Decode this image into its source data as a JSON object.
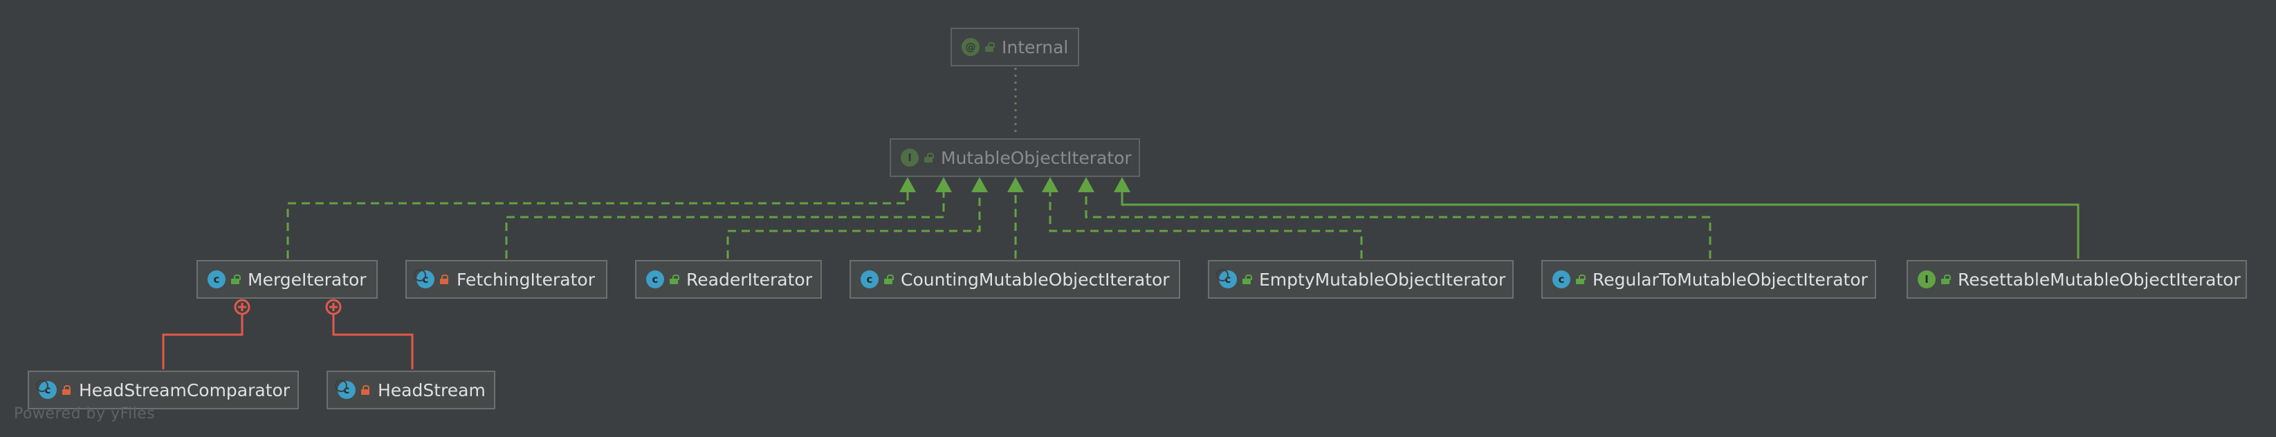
{
  "diagram": {
    "watermark": "Powered by yFiles",
    "colors": {
      "background": "#3c3f41",
      "inheritance_edge": "#62a343",
      "inner_class_edge": "#e15a4b",
      "dependency_edge": "#6e7b62"
    },
    "nodes": {
      "internal": {
        "label": "Internal",
        "kind": "annotation",
        "visibility": "public"
      },
      "mutable_object_iterator": {
        "label": "MutableObjectIterator",
        "kind": "interface",
        "visibility": "public"
      },
      "merge_iterator": {
        "label": "MergeIterator",
        "kind": "class",
        "visibility": "public"
      },
      "fetching_iterator": {
        "label": "FetchingIterator",
        "kind": "abstract-class",
        "visibility": "private"
      },
      "reader_iterator": {
        "label": "ReaderIterator",
        "kind": "class",
        "visibility": "public"
      },
      "counting_iterator": {
        "label": "CountingMutableObjectIterator",
        "kind": "class",
        "visibility": "public"
      },
      "empty_iterator": {
        "label": "EmptyMutableObjectIterator",
        "kind": "abstract-class",
        "visibility": "public"
      },
      "regular_to_mutable": {
        "label": "RegularToMutableObjectIterator",
        "kind": "class",
        "visibility": "public"
      },
      "resettable_iterator": {
        "label": "ResettableMutableObjectIterator",
        "kind": "interface",
        "visibility": "public"
      },
      "head_stream_comparator": {
        "label": "HeadStreamComparator",
        "kind": "abstract-class",
        "visibility": "private"
      },
      "head_stream": {
        "label": "HeadStream",
        "kind": "abstract-class",
        "visibility": "private"
      }
    }
  }
}
